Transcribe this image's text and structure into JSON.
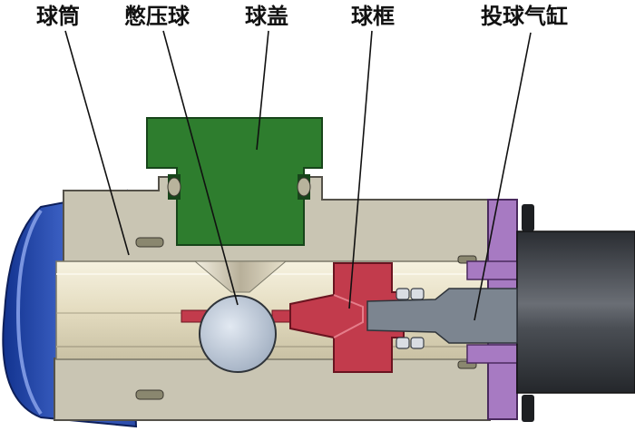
{
  "labels": {
    "ball_tube": "球筒",
    "pressed_ball": "憋压球",
    "ball_cap": "球盖",
    "ball_frame": "球框",
    "ball_cylinder": "投球气缸"
  },
  "colors": {
    "body": "#c9c5b3",
    "body_dark": "#7a7868",
    "bore": "#ece6cf",
    "cap": "#2e7d2e",
    "cap_dark": "#17451a",
    "end_cap": "#2f4fa6",
    "frame": "#c23b4c",
    "flange": "#a77ac2",
    "piston": "#7c8590",
    "cylinder": "#3b3f45",
    "ball": "#c4cfdc",
    "leader": "#111111"
  }
}
